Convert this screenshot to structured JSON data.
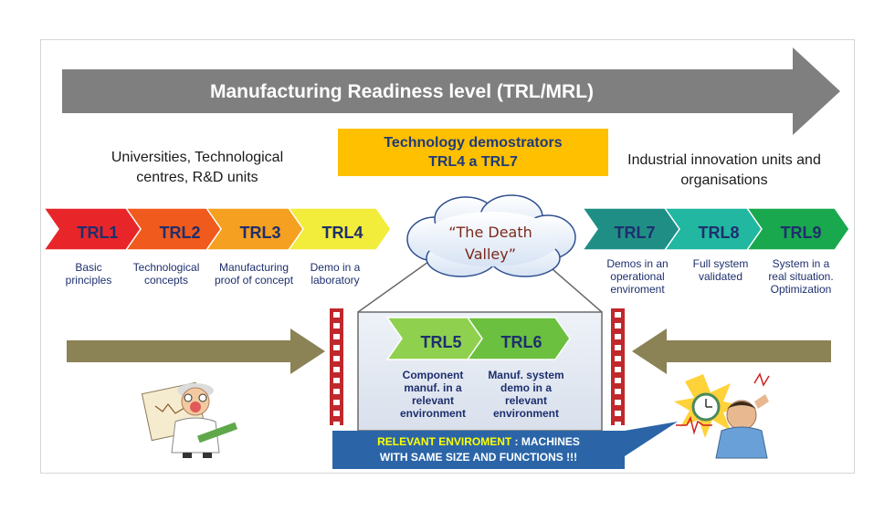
{
  "title": "Manufacturing Readiness level (TRL/MRL)",
  "groups": {
    "left": "Universities, Technological centres, R&D units",
    "center_line1": "Technology demostrators",
    "center_line2": "TRL4 a TRL7",
    "right": "Industrial innovation units and organisations"
  },
  "cloud": "“The Death Valley”",
  "stages": [
    {
      "label": "TRL1",
      "desc": "Basic principles",
      "color": "#e8262a"
    },
    {
      "label": "TRL2",
      "desc": "Technological concepts",
      "color": "#f05a1c"
    },
    {
      "label": "TRL3",
      "desc": "Manufacturing proof of concept",
      "color": "#f5a020"
    },
    {
      "label": "TRL4",
      "desc": "Demo in a laboratory",
      "color": "#f2ec3a"
    },
    {
      "label": "TRL5",
      "desc": "Component manuf. in a relevant environment",
      "color": "#8fd14f"
    },
    {
      "label": "TRL6",
      "desc": "Manuf. system demo in a relevant environment",
      "color": "#6cc040"
    },
    {
      "label": "TRL7",
      "desc": "Demos in an operational enviroment",
      "color": "#1f8f86"
    },
    {
      "label": "TRL8",
      "desc": "Full system validated",
      "color": "#22b7a0"
    },
    {
      "label": "TRL9",
      "desc": "System in a real situation. Optimization",
      "color": "#1aa84e"
    }
  ],
  "callout": {
    "highlight": "RELEVANT ENVIROMENT",
    "rest_line1": " : MACHINES",
    "line2": "WITH SAME SIZE AND FUNCTIONS !!!"
  },
  "colors": {
    "main_arrow": "#7f7f7f",
    "side_arrows": "#8b8255",
    "callout_bg": "#2b65a8",
    "demonstrator_bg": "#ffc000",
    "text_navy": "#1e2f6e"
  }
}
